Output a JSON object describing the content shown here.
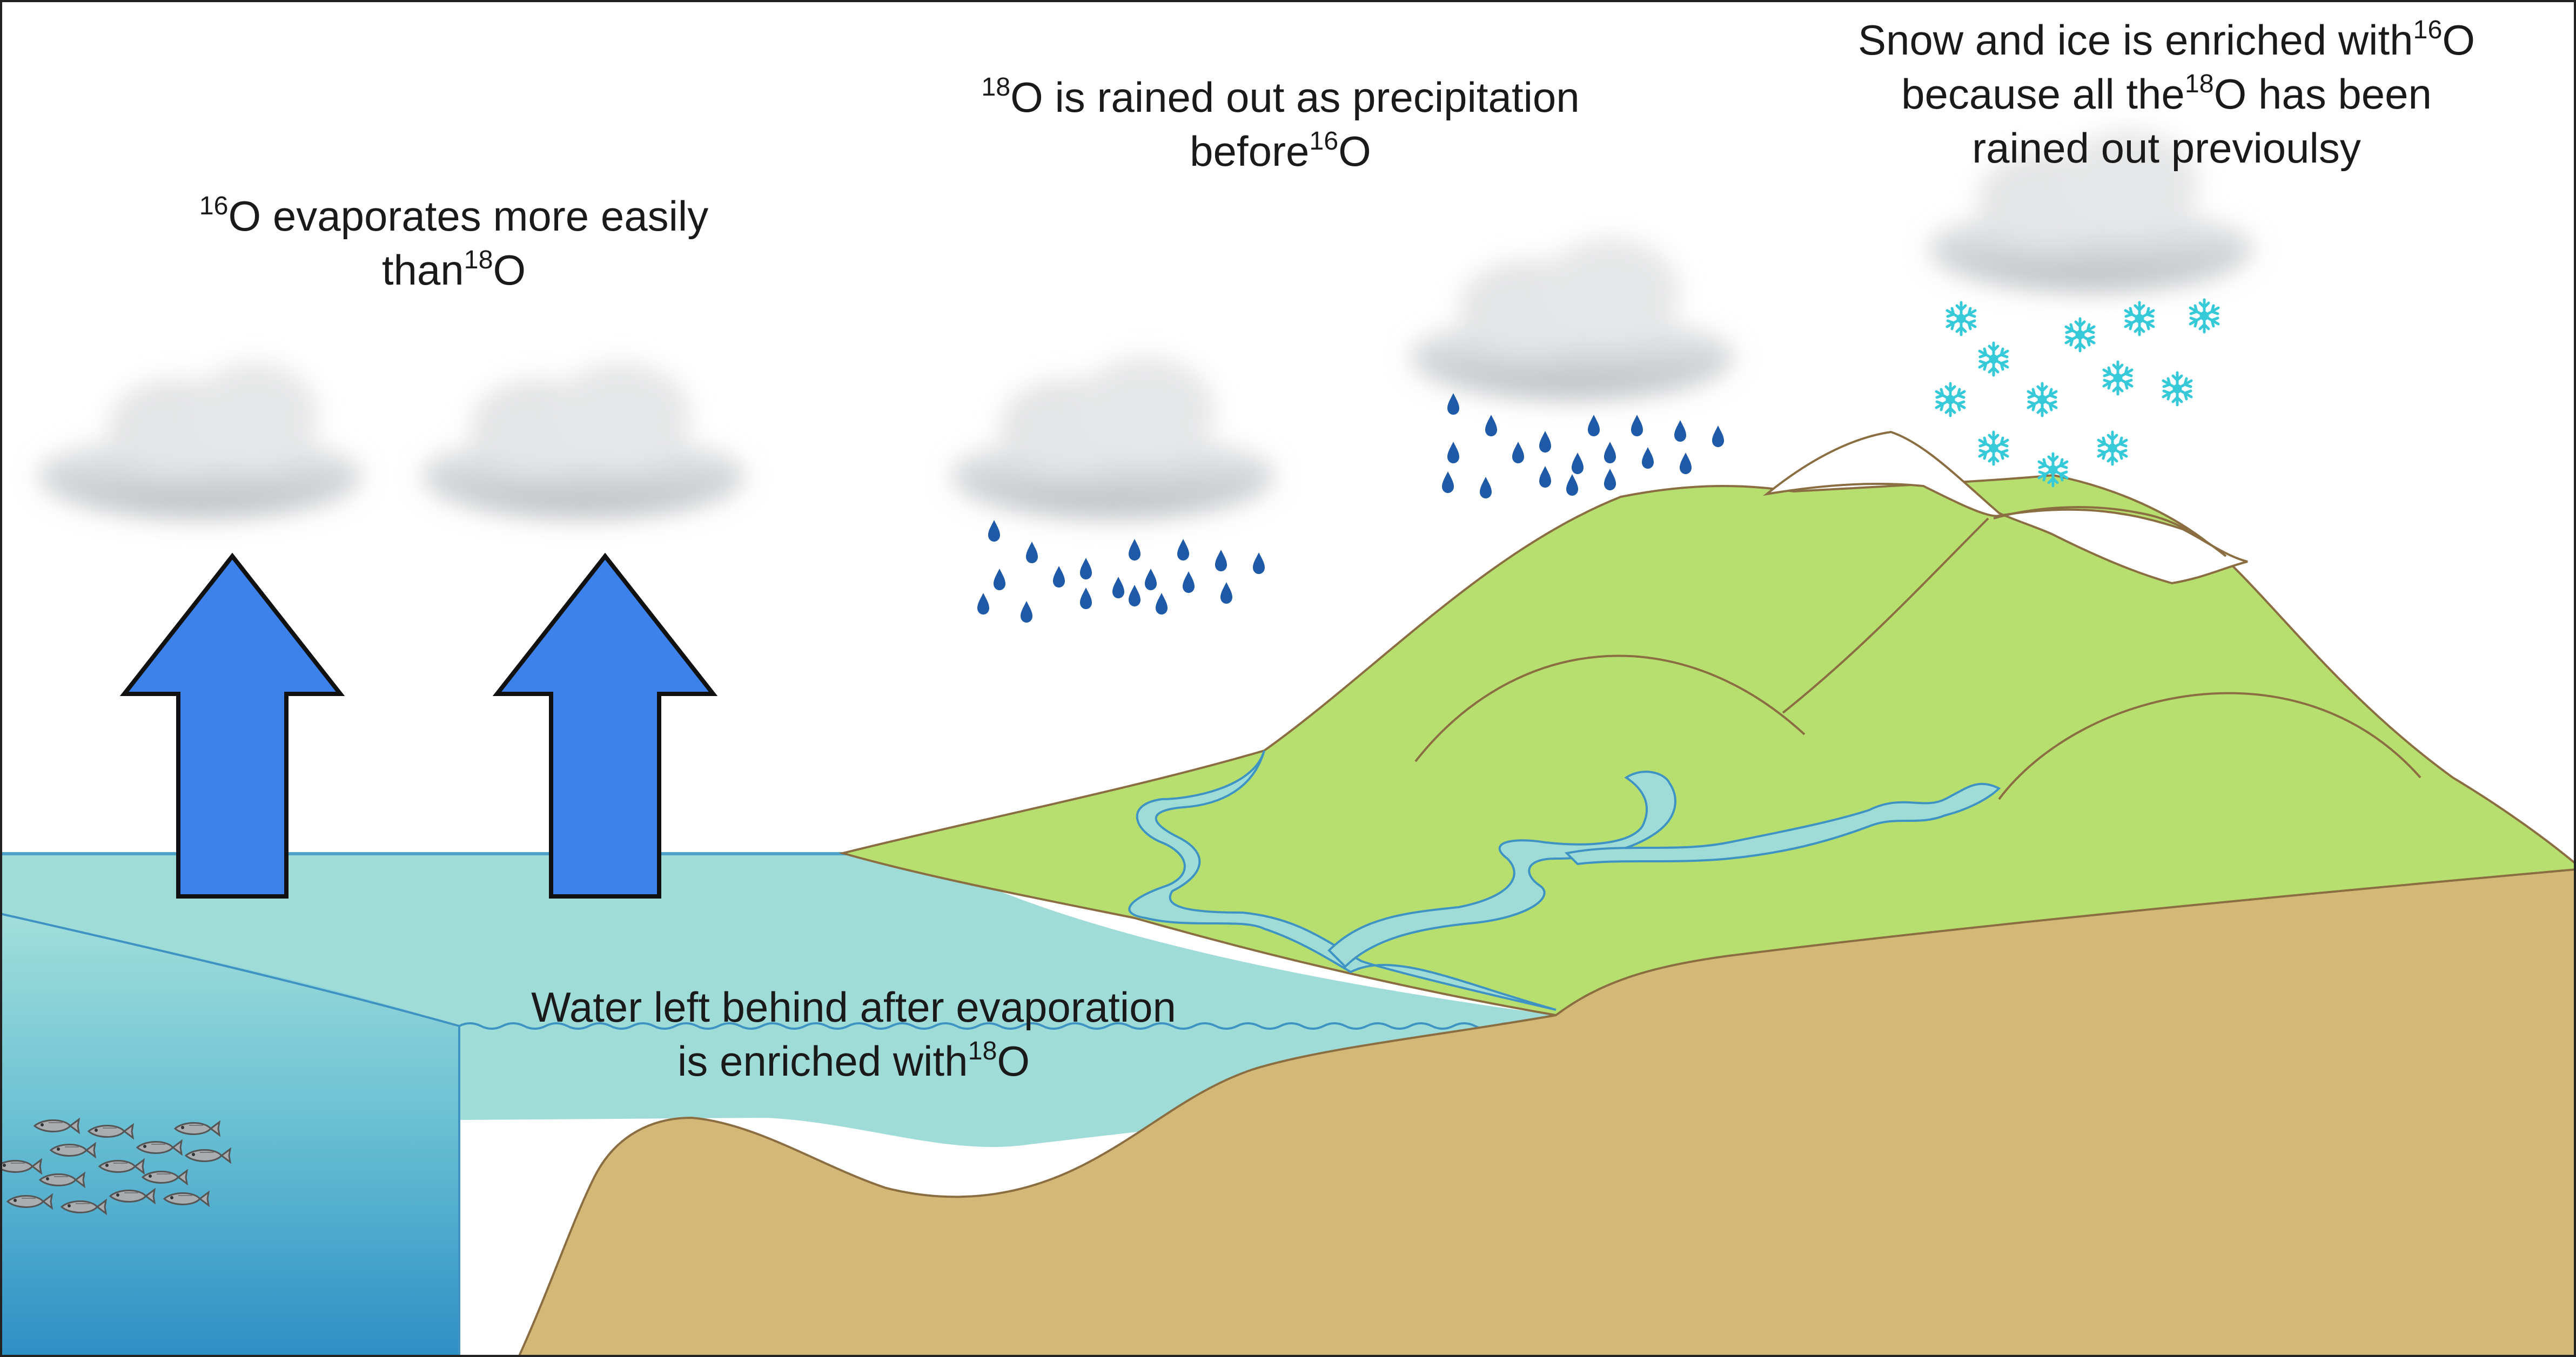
{
  "labels": {
    "evaporation": {
      "line1_sup": "16",
      "line1_text": "O evaporates more easily",
      "line2_text": "than",
      "line2_sup": "18",
      "line2_tail": "O"
    },
    "precipitation": {
      "line1_sup": "18",
      "line1_text": "O is rained out as precipitation",
      "line2_text": "before",
      "line2_sup": "16",
      "line2_tail": "O"
    },
    "snow": {
      "line1_text": "Snow and ice is enriched with",
      "line1_sup": "16",
      "line1_tail": "O",
      "line2_text": "because all the",
      "line2_sup": "18",
      "line2_tail": "O has been",
      "line3_text": "rained out previoulsy"
    },
    "water": {
      "line1_text": "Water left behind after evaporation",
      "line2_text": "is enriched with",
      "line2_sup": "18",
      "line2_tail": "O"
    }
  },
  "colors": {
    "ocean_light": "#9fdcd8",
    "ocean_deep": "#3b9bc9",
    "sand": "#d4b877",
    "land_green": "#b7df70",
    "arrow_blue": "#3c82ea",
    "rain_drop": "#1f5aa8",
    "snowflake": "#36c9d8",
    "cloud_grey": "#d2d4d6"
  },
  "icons": {
    "arrow": "up-arrow-icon",
    "raindrop": "raindrop-icon",
    "snowflake": "snowflake-icon",
    "fish": "fish-icon",
    "cloud": "cloud-icon"
  }
}
